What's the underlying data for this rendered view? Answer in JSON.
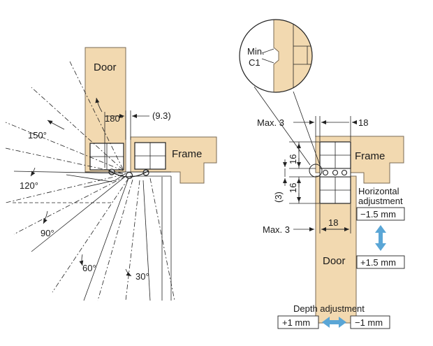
{
  "left": {
    "door_label": "Door",
    "frame_label": "Frame",
    "gap_label": "(9.3)",
    "angles": [
      "180°",
      "150°",
      "120°",
      "90°",
      "60°",
      "30°"
    ]
  },
  "right": {
    "detail_min": "Min.",
    "detail_c1": "C1",
    "max3_top": "Max. 3",
    "dim_18_top": "18",
    "frame_label": "Frame",
    "dim_16_a": "16",
    "dim_16_b": "16",
    "dim_3": "(3)",
    "max3_bottom": "Max. 3",
    "dim_18_bottom": "18",
    "door_label": "Door",
    "horizontal_line1": "Horizontal",
    "horizontal_line2": "adjustment",
    "h_minus": "−1.5 mm",
    "h_plus": "+1.5 mm",
    "depth_label": "Depth adjustment",
    "d_plus": "+1 mm",
    "d_minus": "−1 mm"
  },
  "colors": {
    "wood": "#f2d9b0",
    "arrow": "#5aa6d6"
  }
}
